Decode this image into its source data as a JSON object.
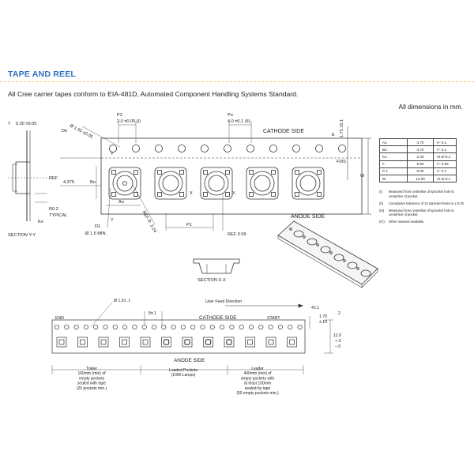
{
  "section_title": "TAPE AND REEL",
  "intro_text": "All Cree carrier tapes conform to EIA-481D, Automated Component Handling Systems Standard.",
  "units_note": "All dimensions in mm.",
  "top_drawing": {
    "cathode_side": "CATHODE SIDE",
    "anode_side": "ANODE SIDE",
    "p2_label": "P2",
    "p2_value": "2.0  ±0.05 (I)",
    "po_label": "Po",
    "po_value": "4.0  ±0.1 (II)",
    "t_label": "T",
    "t_value": "0.30  ±0.05",
    "do_label": "Do",
    "do_value": "Ø 1.55  ±0.05",
    "e_label": "E",
    "e_value": "1.75 ±0.1",
    "f_label": "F(III)",
    "w_label": "W",
    "ref_label": "REF",
    "ref_value": "4.375",
    "bo_label": "Bo",
    "ao_label": "Ao",
    "ko_label": "Ko",
    "r02_label": "R0.2",
    "typical_label": "TYPICAL",
    "y_label": "Y",
    "x_label": "X",
    "d1_label": "D1",
    "d1_value": "Ø 1.5  MIN.",
    "ref_r_value": "REF R. 2.24",
    "p1_label": "P1",
    "ref_059": "REF 0.59",
    "section_yy": "SECTION Y-Y",
    "section_xx": "SECTION X-X"
  },
  "dim_table": [
    {
      "sym": "Ao",
      "val": "3.70",
      "tol": "+/- 0.1"
    },
    {
      "sym": "Bo",
      "val": "3.70",
      "tol": "+/- 0.1"
    },
    {
      "sym": "Ko",
      "val": "2.40",
      "tol": "+0.0/-0.1"
    },
    {
      "sym": "F",
      "val": "5.50",
      "tol": "+/- 0.05"
    },
    {
      "sym": "P 1",
      "val": "8.00",
      "tol": "+/- 0.1"
    },
    {
      "sym": "W",
      "val": "12.00",
      "tol": "+0.3/-0.1"
    }
  ],
  "notes": [
    {
      "tag": "(I)",
      "text": "Measured from centerline of sprocket hole to centerline of pocket."
    },
    {
      "tag": "(II)",
      "text": "Cumulative tolerance of 10 sprocket holes is ± 0.20."
    },
    {
      "tag": "(III)",
      "text": "Measured from centerline of sprocket hole to centerline of pocket."
    },
    {
      "tag": "(IV)",
      "text": "Other material available."
    }
  ],
  "bottom_drawing": {
    "hole_label": "Ø 1.5± .1",
    "user_feed": "User Feed Direction",
    "end_label": "END",
    "start_label": "START",
    "pitch_label": "8±.1",
    "pitch_right": "4±.1",
    "cathode_side": "CATHODE SIDE",
    "anode_side": "ANODE SIDE",
    "dim_2": "2",
    "dim_175": "1.75",
    "dim_175_tol": "±.10",
    "dim_12": "12.0",
    "dim_12_plus": "+.3",
    "dim_12_minus": "–.0",
    "trailer_text": [
      "Trailer",
      "160mm (min) of",
      "empty pockets",
      "sealed with tape",
      "(20 pockets min.)"
    ],
    "loaded_text": [
      "Loaded Pockets",
      "(1000 Lamps)"
    ],
    "leader_text": [
      "Leader",
      "400mm (min) of",
      "empty pockets with",
      "at least 100mm",
      "sealed by tape",
      "(50 empty pockets min.)"
    ]
  }
}
